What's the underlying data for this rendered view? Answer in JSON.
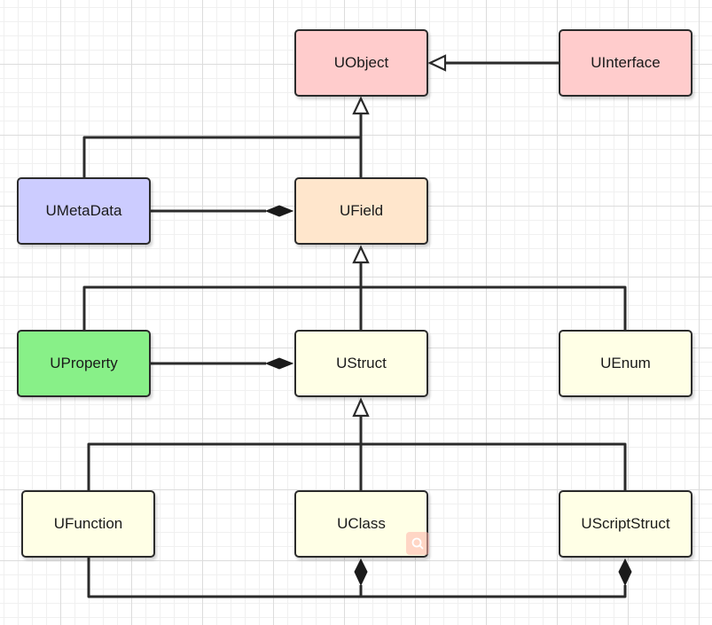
{
  "colors": {
    "uobject": "#ffcccc",
    "uinterface": "#ffcccc",
    "umetadata": "#ccccff",
    "ufield": "#ffe6cc",
    "uproperty": "#88f088",
    "ustruct": "#ffffe6",
    "uenum": "#ffffe6",
    "ufunction": "#ffffe6",
    "uclass": "#ffffe6",
    "uscriptstruct": "#ffffe6",
    "line": "#2b2b2b"
  },
  "nodes": {
    "uobject": "UObject",
    "uinterface": "UInterface",
    "umetadata": "UMetaData",
    "ufield": "UField",
    "uproperty": "UProperty",
    "ustruct": "UStruct",
    "uenum": "UEnum",
    "ufunction": "UFunction",
    "uclass": "UClass",
    "uscriptstruct": "UScriptStruct"
  },
  "edges": [
    {
      "from": "UInterface",
      "to": "UObject",
      "type": "inheritance"
    },
    {
      "from": "UField",
      "to": "UObject",
      "type": "inheritance"
    },
    {
      "from": "UMetaData",
      "to": "UObject",
      "type": "inheritance"
    },
    {
      "from": "UMetaData",
      "to": "UField",
      "type": "composition"
    },
    {
      "from": "UStruct",
      "to": "UField",
      "type": "inheritance"
    },
    {
      "from": "UProperty",
      "to": "UField",
      "type": "inheritance"
    },
    {
      "from": "UEnum",
      "to": "UField",
      "type": "inheritance"
    },
    {
      "from": "UProperty",
      "to": "UStruct",
      "type": "composition"
    },
    {
      "from": "UClass",
      "to": "UStruct",
      "type": "inheritance"
    },
    {
      "from": "UFunction",
      "to": "UStruct",
      "type": "inheritance"
    },
    {
      "from": "UScriptStruct",
      "to": "UStruct",
      "type": "inheritance"
    },
    {
      "from": "UFunction",
      "to": "UClass",
      "type": "composition"
    },
    {
      "from": "UFunction",
      "to": "UScriptStruct",
      "type": "composition"
    }
  ],
  "badge_icon": "search-icon"
}
